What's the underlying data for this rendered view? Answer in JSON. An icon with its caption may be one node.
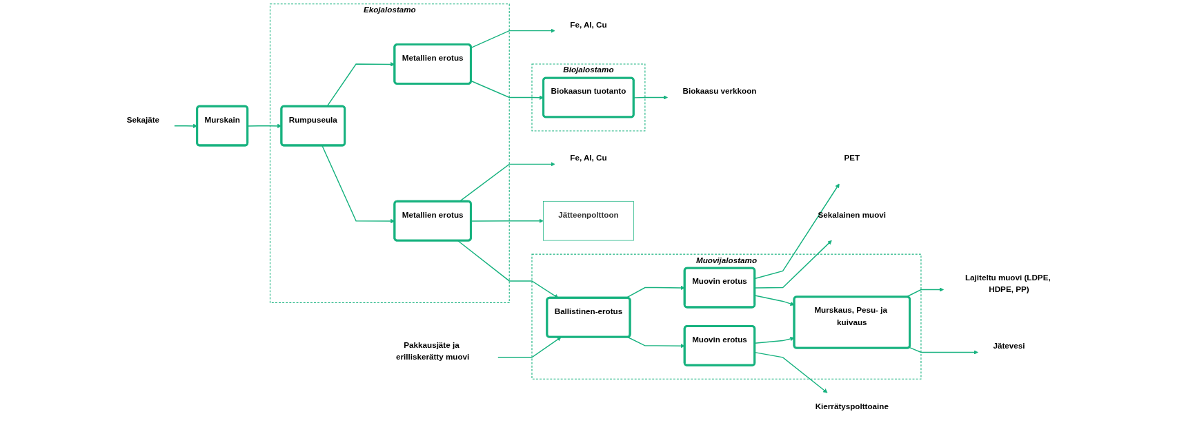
{
  "diagram": {
    "nodes": [
      {
        "text": [
          "Ekojalostamo"
        ]
      },
      {
        "text": [
          "Metallien erotus"
        ],
        "in": 0
      },
      {
        "text": [
          "Rumpuseula"
        ],
        "in": 0
      },
      {
        "text": [
          "Metallien erotus"
        ],
        "in": 0
      },
      {
        "text": [
          "Biojalostamo"
        ]
      },
      {
        "text": [
          "Biokaasun tuotanto"
        ],
        "in": 4
      },
      {
        "text": [
          "Muovijalostamo"
        ]
      },
      {
        "text": [
          "Ballistinen-erotus"
        ],
        "in": 6
      },
      {
        "text": [
          "Muovin erotus"
        ],
        "in": 6
      },
      {
        "text": [
          "Muovin erotus"
        ],
        "in": 6
      },
      {
        "text": [
          "Murskaus, Pesu- ja kuivaus"
        ],
        "in": 6
      },
      {
        "text": [
          "Sekajäte"
        ]
      },
      {
        "text": [
          "Murskain"
        ]
      },
      {
        "text": [
          "Fe, Al, Cu"
        ]
      },
      {
        "text": [
          "Fe, Al, Cu"
        ]
      },
      {
        "text": [
          "Biokaasu verkkoon"
        ]
      },
      {
        "text": [
          "Jätteenpolttoon"
        ]
      },
      {
        "text": [
          "Pakkausjäte ja erilliskerätty muovi"
        ]
      },
      {
        "text": [
          "PET"
        ]
      },
      {
        "text": [
          "Sekalainen muovi"
        ]
      },
      {
        "text": [
          "Lajiteltu muovi (LDPE, HDPE, PP)"
        ]
      },
      {
        "text": [
          "Kierrätyspolttoaine"
        ]
      },
      {
        "text": [
          "Jätevesi"
        ]
      }
    ],
    "edges": [
      {
        "from": 11,
        "to": 12,
        "arrow": "to"
      },
      {
        "from": 12,
        "to": 2,
        "arrow": "to"
      },
      {
        "from": 2,
        "to": 1,
        "arrow": "to"
      },
      {
        "from": 2,
        "to": 3,
        "arrow": "to"
      },
      {
        "from": 1,
        "to": 13,
        "arrow": "to"
      },
      {
        "from": 3,
        "to": 14,
        "arrow": "to"
      },
      {
        "from": 1,
        "to": 5,
        "arrow": "to"
      },
      {
        "from": 5,
        "to": 15,
        "arrow": "to"
      },
      {
        "from": 3,
        "to": 16,
        "arrow": "to"
      },
      {
        "from": 3,
        "to": 7,
        "arrow": "to"
      },
      {
        "from": 17,
        "to": 7,
        "arrow": "to"
      },
      {
        "from": 7,
        "to": 8,
        "arrow": "to"
      },
      {
        "from": 7,
        "to": 9,
        "arrow": "to"
      },
      {
        "from": 8,
        "to": 18,
        "arrow": "to"
      },
      {
        "from": 8,
        "to": 19,
        "arrow": "to"
      },
      {
        "from": 8,
        "to": 10,
        "arrow": "to"
      },
      {
        "from": 9,
        "to": 10,
        "arrow": "to"
      },
      {
        "from": 9,
        "to": 21,
        "arrow": "to"
      },
      {
        "from": 10,
        "to": 20,
        "arrow": "to"
      },
      {
        "from": 10,
        "to": 22,
        "arrow": "to"
      }
    ]
  }
}
